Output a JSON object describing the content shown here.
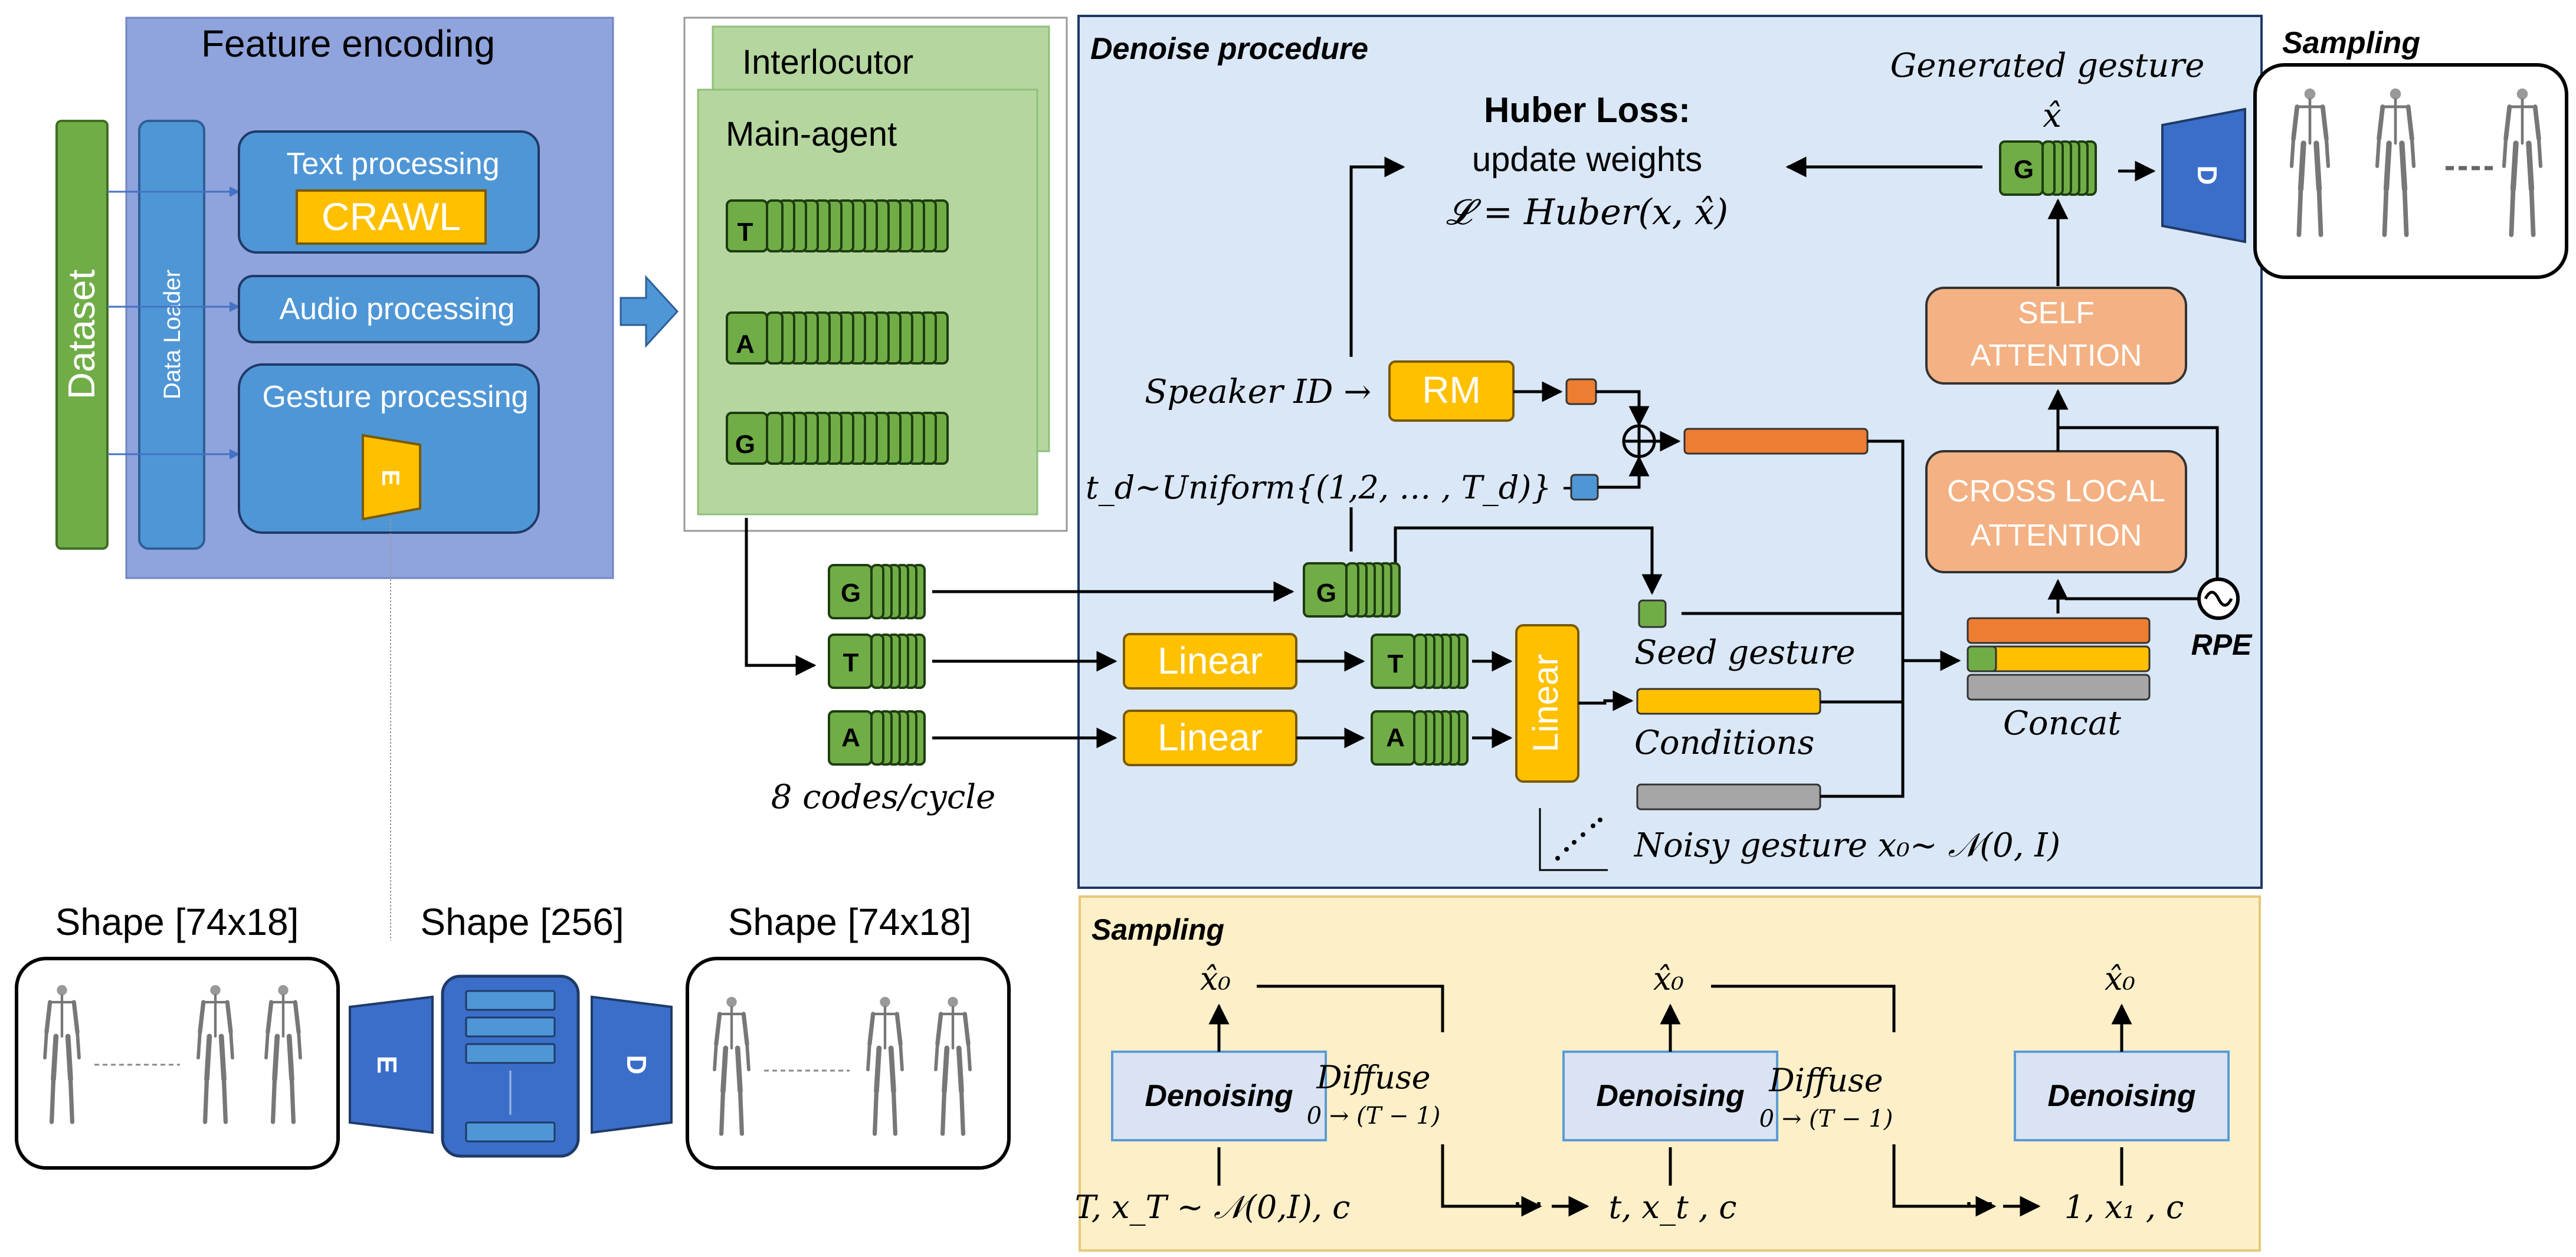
{
  "colors": {
    "feature_panel": "#8fa3dc",
    "blue_box": "#4f96d6",
    "agent_green": "#b5d69f",
    "token_green": "#70ad47",
    "denoise_panel": "#dae7f6",
    "sampling_panel": "#fdefc8",
    "orange_vec": "#ed7d31",
    "yellow": "#ffc000",
    "gray_vec": "#a6a6a6",
    "attention": "#f4b183",
    "dark_blue": "#3b6ec9"
  },
  "feature_encoding": {
    "title": "Feature encoding",
    "dataset": "Dataset",
    "data_loader": "Data Loader",
    "text_processing": "Text processing",
    "crawl": "CRAWL",
    "audio_processing": "Audio processing",
    "gesture_processing": "Gesture processing",
    "encoder_label": "E"
  },
  "agents": {
    "interlocutor": "Interlocutor",
    "main_agent": "Main-agent",
    "token_t": "T",
    "token_a": "A",
    "token_g": "G"
  },
  "streams": {
    "g": "G",
    "t": "T",
    "a": "A",
    "codes_per_cycle": "8 codes/cycle"
  },
  "denoise": {
    "title": "Denoise procedure",
    "huber_title": "Huber Loss:",
    "huber_sub": "update weights",
    "huber_formula": "𝓛 = Huber(x, x̂)",
    "generated_gesture": "Generated gesture",
    "x_hat": "x̂",
    "g_token": "G",
    "decoder": "D",
    "speaker_id": "Speaker ID →",
    "rm": "RM",
    "timestep": "t_d~Uniform{(1,2, … , T_d)} →",
    "g_mid": "G",
    "linear_t": "Linear",
    "linear_a": "Linear",
    "t_mid": "T",
    "a_mid": "A",
    "linear_vertical": "Linear",
    "seed_gesture": "Seed gesture",
    "conditions": "Conditions",
    "noisy_gesture": "Noisy gesture x₀~ 𝒩(0, I)",
    "self_attention_1": "SELF",
    "self_attention_2": "ATTENTION",
    "cross_attention_1": "CROSS LOCAL",
    "cross_attention_2": "ATTENTION",
    "rpe": "RPE",
    "concat": "Concat"
  },
  "sampling_top": {
    "title": "Sampling"
  },
  "shapes": {
    "left_shape": "Shape [74x18]",
    "mid_shape": "Shape [256]",
    "right_shape": "Shape [74x18]",
    "encoder": "E",
    "decoder": "D"
  },
  "sampling": {
    "title": "Sampling",
    "x0_hat": "x̂₀",
    "denoising": "Denoising",
    "diffuse": "Diffuse",
    "diffuse_range": "0 → (T − 1)",
    "input_1": "T, x_T ~ 𝒩(0,I), c",
    "input_2": "t, x_t , c",
    "input_3": "1, x₁ , c",
    "ellipsis": "⋯"
  }
}
